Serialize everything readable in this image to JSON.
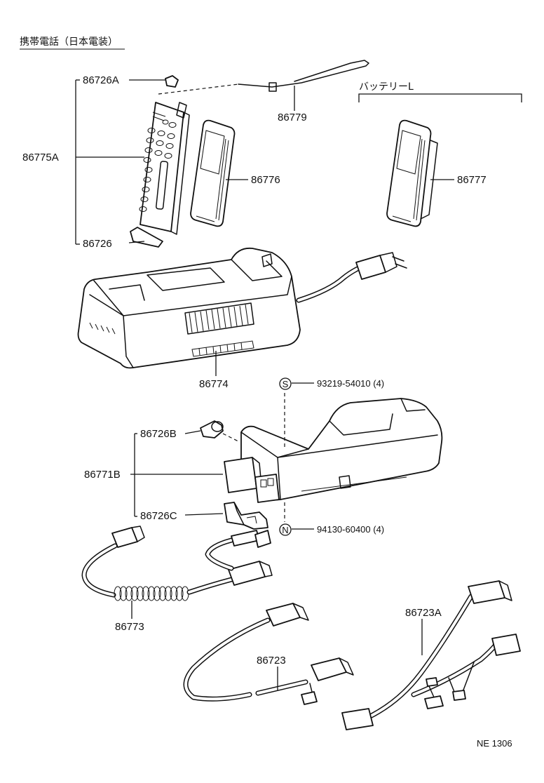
{
  "title": "携帯電話（日本電装）",
  "battery_group_label": "バッテリーL",
  "symbol_s": "S",
  "symbol_n": "N",
  "callouts": {
    "p86726A": "86726A",
    "p86775A": "86775A",
    "p86726": "86726",
    "p86779": "86779",
    "p86776": "86776",
    "p86777": "86777",
    "p86774": "86774",
    "p93219": "93219-54010 (4)",
    "p86726B": "86726B",
    "p86771B": "86771B",
    "p86726C": "86726C",
    "p94130": "94130-60400 (4)",
    "p86773": "86773",
    "p86723": "86723",
    "p86723A": "86723A"
  },
  "diagram_code": "NE 1306"
}
